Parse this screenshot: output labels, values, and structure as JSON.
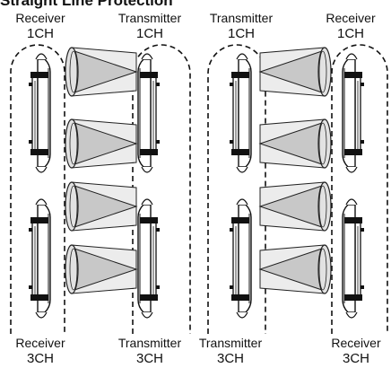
{
  "title": "Straight Line Protection",
  "columns": [
    {
      "role": "receiver",
      "top_label": "Receiver",
      "top_channel": "1CH",
      "bottom_label": "Receiver",
      "bottom_channel": "3CH"
    },
    {
      "role": "transmitter",
      "top_label": "Transmitter",
      "top_channel": "1CH",
      "bottom_label": "Transmitter",
      "bottom_channel": "3CH"
    },
    {
      "role": "transmitter",
      "top_label": "Transmitter",
      "top_channel": "1CH",
      "bottom_label": "Transmitter",
      "bottom_channel": "3CH"
    },
    {
      "role": "receiver",
      "top_label": "Receiver",
      "top_channel": "1CH",
      "bottom_label": "Receiver",
      "bottom_channel": "3CH"
    }
  ],
  "beams_per_group": 4,
  "colors": {
    "beam_fill": "#c8c8c8",
    "beam_stroke": "#222222",
    "outline": "#111111",
    "background": "#ffffff"
  }
}
